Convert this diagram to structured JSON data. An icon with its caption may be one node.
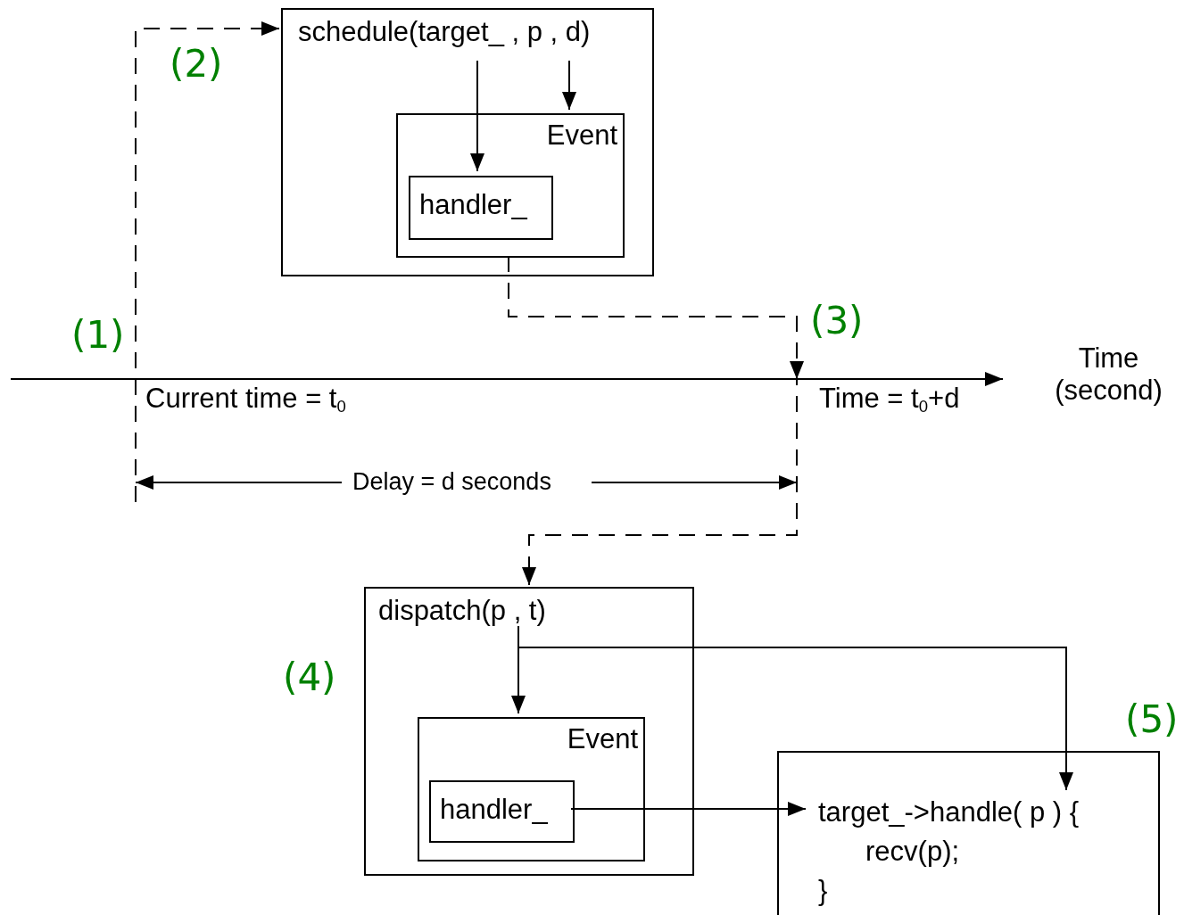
{
  "diagram": {
    "nodes": [
      {
        "text": [
          "schedule(target_ , p , d)"
        ]
      },
      {
        "text": [
          "Event"
        ],
        "in": 0
      },
      {
        "text": [
          "handler_"
        ],
        "in": 1
      },
      {
        "text": [
          "dispatch(p , t)"
        ]
      },
      {
        "text": [
          "Event"
        ],
        "in": 3
      },
      {
        "text": [
          "handler_"
        ],
        "in": 4
      },
      {
        "text": [
          "target_->handle( p ) {",
          "recv(p);",
          "}"
        ]
      }
    ],
    "edges": [
      {
        "from": null,
        "to": 0,
        "arrow": "to",
        "style": "dashed"
      },
      {
        "from": 0,
        "to": 2,
        "arrow": "to"
      },
      {
        "from": 0,
        "to": 1,
        "arrow": "to"
      },
      {
        "from": 1,
        "to": 3,
        "arrow": "to",
        "style": "dashed"
      },
      {
        "from": 3,
        "to": 4,
        "arrow": "to"
      },
      {
        "from": 3,
        "to": 6,
        "arrow": "to"
      },
      {
        "from": 5,
        "to": 6,
        "arrow": "to"
      }
    ],
    "labels": [
      "(2)",
      "(1)",
      "(3)",
      "Current time = t$_{0}$",
      "Time = t$_{0}$+d",
      "Time (second)",
      "Delay = d seconds",
      "(4)",
      "(5)"
    ]
  }
}
